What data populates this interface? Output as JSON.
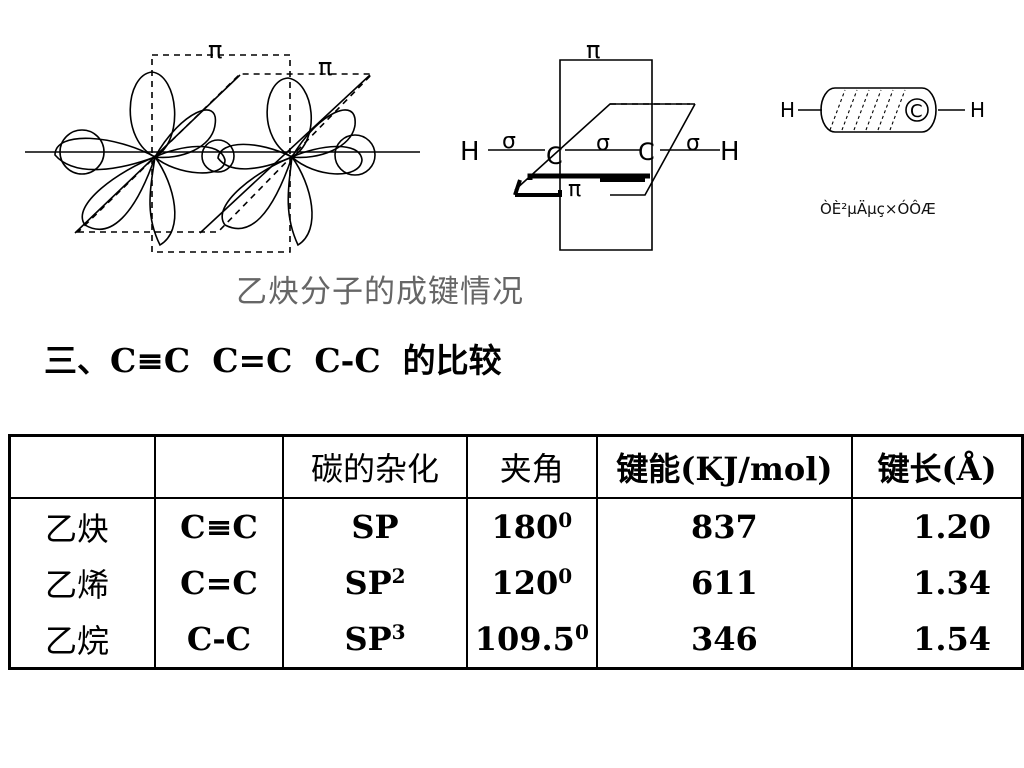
{
  "figure": {
    "caption": "乙炔分子的成键情况",
    "labels": {
      "pi": "π",
      "sigma": "σ",
      "H": "H",
      "C": "C"
    },
    "garbled_caption": "ÒÈ²µÄµç×ÓÔÆ"
  },
  "heading": {
    "prefix": "三、",
    "triple": "C≡C",
    "double": "C=C",
    "single": "C-C",
    "suffix": "的比较"
  },
  "table": {
    "headers": [
      "",
      "",
      "碳的杂化",
      "夹角",
      "键能(KJ/mol)",
      "键长(Å)"
    ],
    "rows": [
      {
        "name": "乙炔",
        "bond": "C≡C",
        "hyb": "SP",
        "hyb_sup": "",
        "angle": "180",
        "angle_sup": "0",
        "energy": "837",
        "length": "1.20"
      },
      {
        "name": "乙烯",
        "bond": "C=C",
        "hyb": "SP",
        "hyb_sup": "2",
        "angle": "120",
        "angle_sup": "0",
        "energy": "611",
        "length": "1.34"
      },
      {
        "name": "乙烷",
        "bond": "C-C",
        "hyb": "SP",
        "hyb_sup": "3",
        "angle": "109.5",
        "angle_sup": "0",
        "energy": "346",
        "length": "1.54"
      }
    ]
  }
}
